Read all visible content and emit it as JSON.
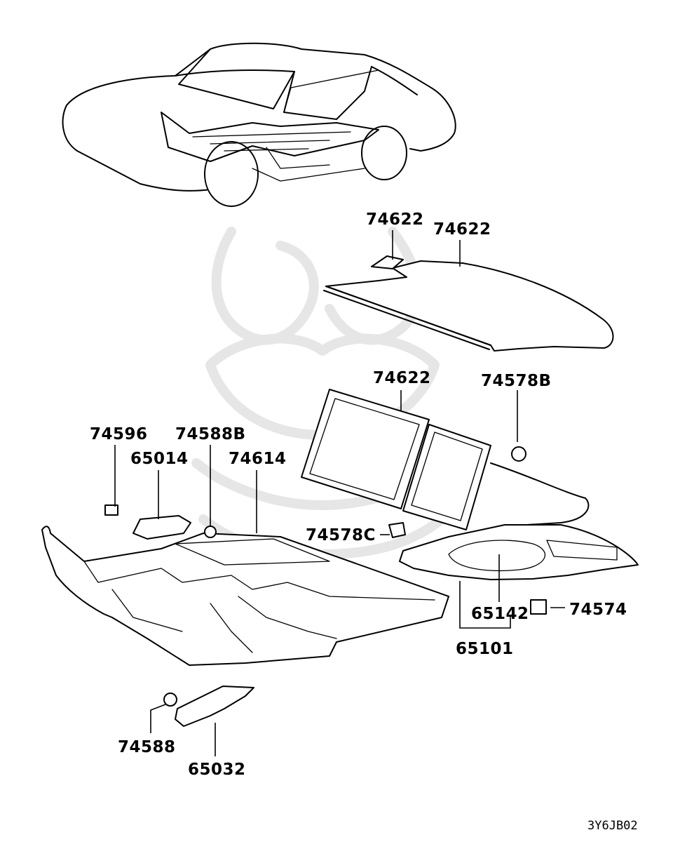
{
  "parts": [
    {
      "id": "p1",
      "label": "74622"
    },
    {
      "id": "p2",
      "label": "74622"
    },
    {
      "id": "p3",
      "label": "74622"
    },
    {
      "id": "p4",
      "label": "74578B"
    },
    {
      "id": "p5",
      "label": "74596"
    },
    {
      "id": "p6",
      "label": "65014"
    },
    {
      "id": "p7",
      "label": "74588B"
    },
    {
      "id": "p8",
      "label": "74614"
    },
    {
      "id": "p9",
      "label": "74578C"
    },
    {
      "id": "p10",
      "label": "65142"
    },
    {
      "id": "p11",
      "label": "74574"
    },
    {
      "id": "p12",
      "label": "65101"
    },
    {
      "id": "p13",
      "label": "74588"
    },
    {
      "id": "p14",
      "label": "65032"
    }
  ],
  "diagram_code": "3Y6JB02"
}
